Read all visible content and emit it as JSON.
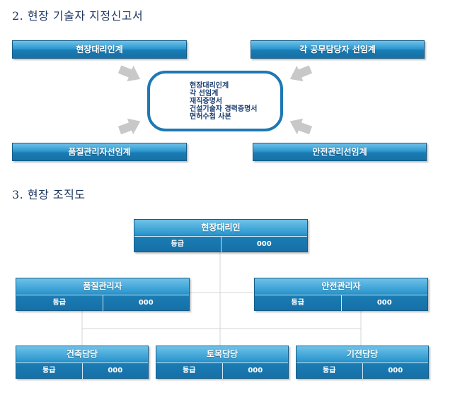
{
  "section2": {
    "heading": "2. 현장 기술자 지정신고서",
    "boxes": {
      "top_left": "현장대리인계",
      "top_right": "각 공무담당자 선임계",
      "bottom_left": "품질관리자선임계",
      "bottom_right": "안전관리선임계"
    },
    "center_list": [
      "현장대리인계",
      "각 선임계",
      "재직증명서",
      "건설기술자 경력증명서",
      "면허수첩 사본"
    ]
  },
  "section3": {
    "heading": "3. 현장 조직도",
    "org": {
      "top": {
        "title": "현장대리인",
        "grade_label": "등급",
        "grade_value": "000"
      },
      "mid_left": {
        "title": "품질관리자",
        "grade_label": "등급",
        "grade_value": "000"
      },
      "mid_right": {
        "title": "안전관리자",
        "grade_label": "등급",
        "grade_value": "000"
      },
      "bottom_1": {
        "title": "건축담당",
        "grade_label": "등급",
        "grade_value": "000"
      },
      "bottom_2": {
        "title": "토목담당",
        "grade_label": "등급",
        "grade_value": "000"
      },
      "bottom_3": {
        "title": "기전담당",
        "grade_label": "등급",
        "grade_value": "000"
      }
    }
  },
  "colors": {
    "heading": "#1f3864",
    "box_blue": "#1a7cb4",
    "frame_blue": "#1e78b4",
    "arrow_gray": "#c8c8c8",
    "line_gray": "#d4d4d4"
  }
}
